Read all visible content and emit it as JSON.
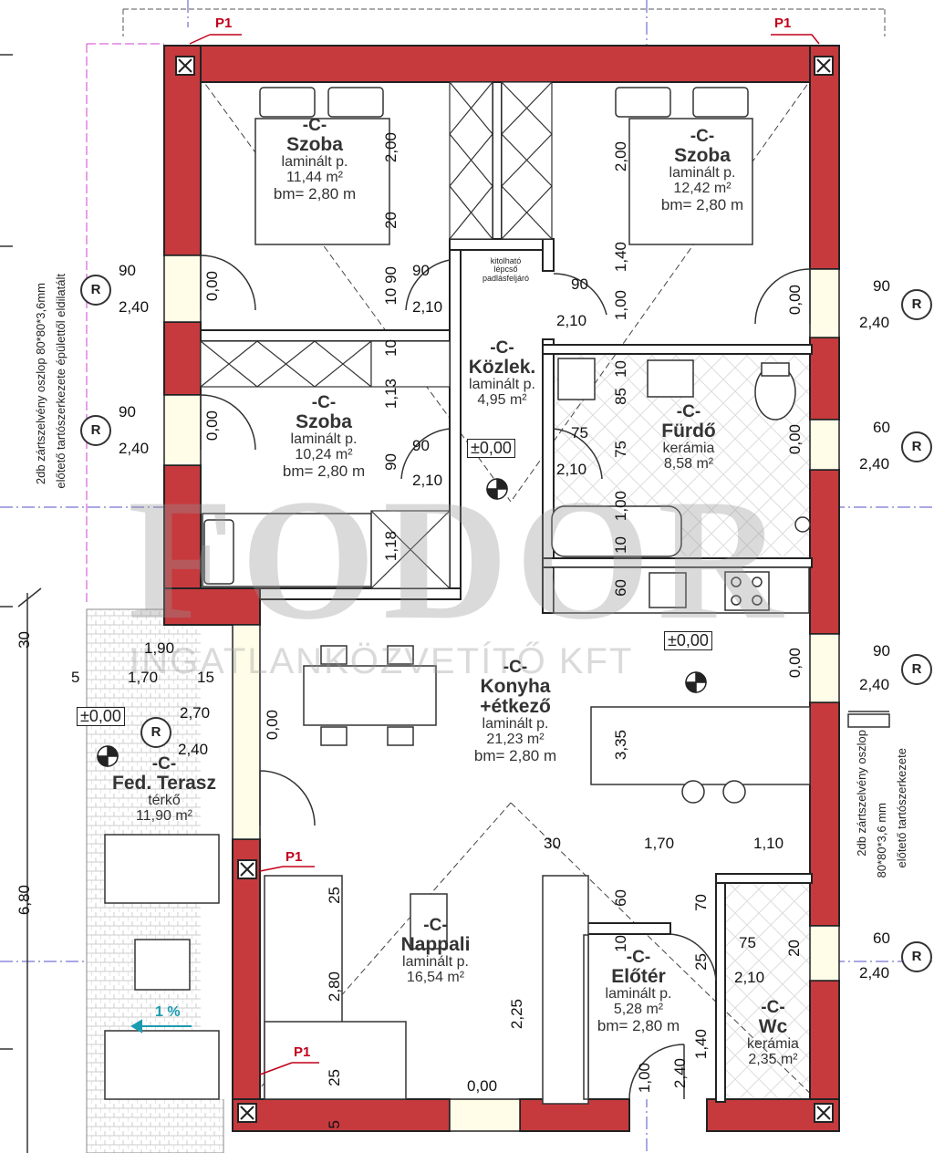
{
  "watermark": {
    "logo": "FODOR",
    "company": "INGATLANKÖZVETÍTŐ KFT"
  },
  "rooms": {
    "szoba1": {
      "code": "-C-",
      "name": "Szoba",
      "floor": "laminált p.",
      "area": "11,44 m²",
      "height": "bm= 2,80 m"
    },
    "szoba2": {
      "code": "-C-",
      "name": "Szoba",
      "floor": "laminált p.",
      "area": "12,42 m²",
      "height": "bm= 2,80 m"
    },
    "szoba3": {
      "code": "-C-",
      "name": "Szoba",
      "floor": "laminált p.",
      "area": "10,24 m²",
      "height": "bm= 2,80 m"
    },
    "kozlek": {
      "code": "-C-",
      "name": "Közlek.",
      "floor": "laminált p.",
      "area": "4,95 m²"
    },
    "furdo": {
      "code": "-C-",
      "name": "Fürdő",
      "floor": "kerámia",
      "area": "8,58 m²"
    },
    "konyha": {
      "code": "-C-",
      "name": "Konyha +étkező",
      "floor": "laminált p.",
      "area": "21,23 m²",
      "height": "bm= 2,80 m"
    },
    "terasz": {
      "code": "-C-",
      "name": "Fed. Terasz",
      "floor": "térkő",
      "area": "11,90 m²"
    },
    "nappali": {
      "code": "-C-",
      "name": "Nappali",
      "floor": "laminált p.",
      "area": "16,54 m²"
    },
    "eloter": {
      "code": "-C-",
      "name": "Előtér",
      "floor": "laminált p.",
      "area": "5,28 m²",
      "height": "bm= 2,80 m"
    },
    "wc": {
      "code": "-C-",
      "name": "Wc",
      "floor": "kerámia",
      "area": "2,35 m²"
    }
  },
  "labels": {
    "p1": "P1",
    "r": "R",
    "level": "±0,00",
    "slope": "1 %",
    "column_note_left_1": "2db zártszelvény oszlop 80*80*3,6mm",
    "column_note_left_2": "előtető tartószerkezete épülettől eldilatált",
    "column_note_right_1": "2db zártszelvény oszlop",
    "column_note_right_2": "80*80*3,6 mm",
    "column_note_right_3": "előtető tartószerkezete",
    "storage_note": "kitolható lépcső padlásfeljáró"
  },
  "dims": {
    "d90": "90",
    "d240": "2,40",
    "d000": "0,00",
    "d210": "2,10",
    "d60": "60",
    "d200": "2,00",
    "d20": "20",
    "d1090": "10 90",
    "d10": "10",
    "d113": "1,13",
    "d118": "1,18",
    "d140": "1,40",
    "d100": "1,00",
    "d85": "85",
    "d75": "75",
    "d190": "1,90",
    "d170": "1,70",
    "d15": "15",
    "d5": "5",
    "d270": "2,70",
    "d30": "30",
    "d680": "6,80",
    "d335": "3,35",
    "d110": "1,10",
    "d70": "70",
    "d25": "25",
    "d280": "2,80",
    "d225": "2,25"
  }
}
